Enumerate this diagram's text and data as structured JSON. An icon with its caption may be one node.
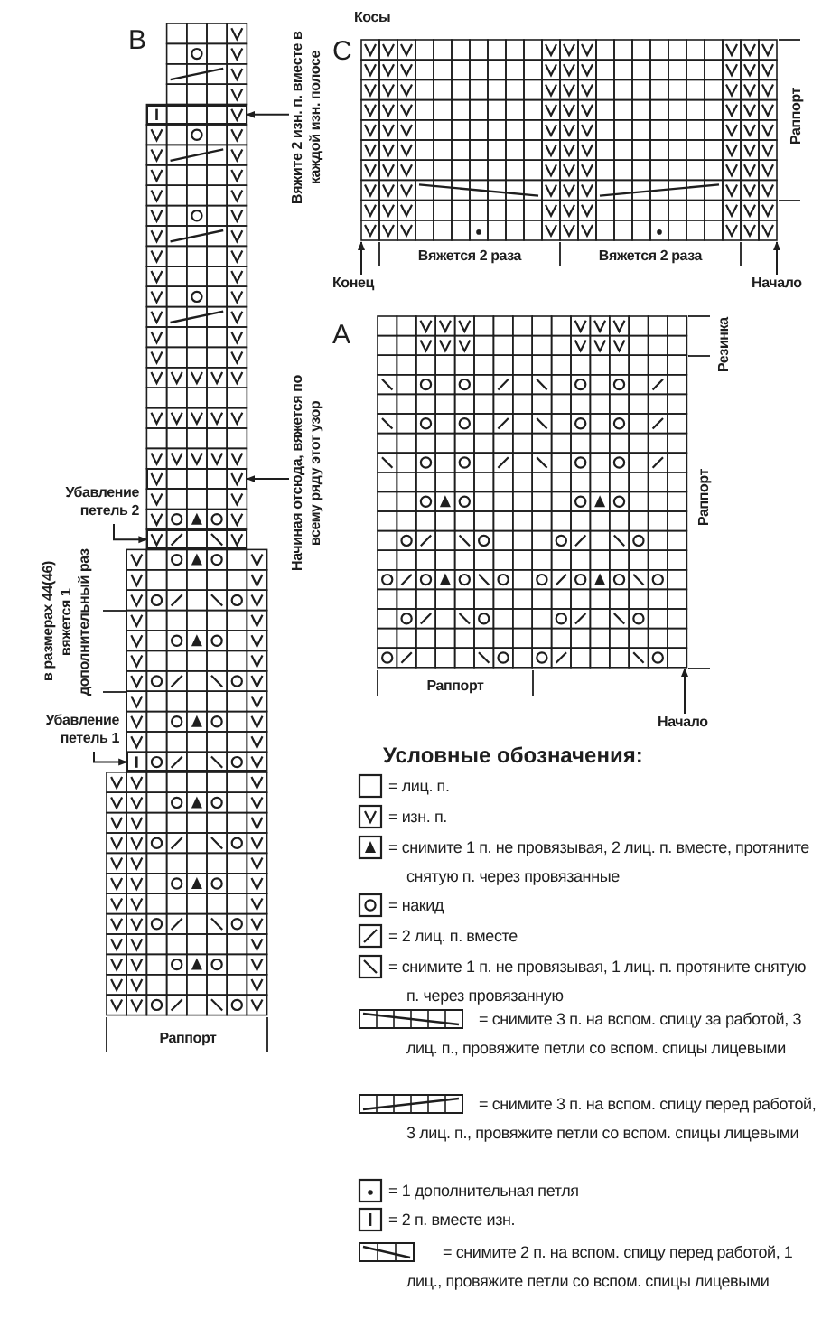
{
  "diagram": {
    "nodes": [
      {
        "text": [
          "B"
        ]
      },
      {
        "text": [],
        "shape": "box",
        "in": 0
      },
      {
        "text": [],
        "shape": "box",
        "in": 0
      },
      {
        "text": [],
        "shape": "box",
        "in": 0
      },
      {
        "text": [],
        "shape": "box",
        "in": 0
      },
      {
        "text": [
          "Вяжите 2 изн. п. вместе в каждой изн. полосе"
        ]
      },
      {
        "text": [
          "Начиная отсюда, вяжется по всему ряду этот узор"
        ]
      },
      {
        "text": [
          "Убавление петель 2"
        ]
      },
      {
        "text": [
          "Убавление петель 1"
        ]
      },
      {
        "text": [
          "C"
        ]
      },
      {
        "text": [
          "Конец"
        ]
      },
      {
        "text": [
          "Начало"
        ]
      },
      {
        "text": [
          "A"
        ]
      },
      {
        "text": [
          "Начало"
        ]
      }
    ],
    "edges": [
      {
        "from": 5,
        "to": 1,
        "arrow": "to"
      },
      {
        "from": 6,
        "to": 2,
        "arrow": "to"
      },
      {
        "from": 7,
        "to": 3,
        "arrow": "to"
      },
      {
        "from": 8,
        "to": 4,
        "arrow": "to"
      },
      {
        "from": 10,
        "to": 9,
        "arrow": "to"
      },
      {
        "from": 11,
        "to": 9,
        "arrow": "to"
      },
      {
        "from": 13,
        "to": 12,
        "arrow": "to"
      }
    ],
    "labels": [
      "в размерах 44(46) вяжется 1 дополнительный раз",
      "Раппорт",
      "Косы",
      "Раппорт",
      "Вяжется 2 раза",
      "Вяжется 2 раза",
      "Резинка",
      "Раппорт",
      "Раппорт",
      "Условные обозначения:"
    ],
    "legend": [
      {
        "text": "= лиц. п."
      },
      {
        "text": "= изн. п."
      },
      {
        "text": "= снимите 1 п. не провязывая, 2 лиц. п. вместе, протяните снятую п. через провязанные"
      },
      {
        "text": "= накид"
      },
      {
        "text": "= 2 лиц. п. вместе"
      },
      {
        "text": "= снимите 1 п. не провязывая, 1 лиц. п. протяните снятую п. через провязанную"
      },
      {
        "text": "= снимите 3 п. на вспом. спицу за работой, 3 лиц. п., провяжите петли со вспом. спицы лицевыми"
      },
      {
        "text": "= снимите 3 п. на вспом. спицу перед работой, 3 лиц. п., провяжите петли со вспом. спицы лицевыми"
      },
      {
        "text": "= 1 дополнительная петля"
      },
      {
        "text": "= 2 п. вместе изн."
      },
      {
        "text": "= снимите 2 п. на вспом. спицу перед работой, 1 лиц., провяжите петли со вспом. спицы лицевыми"
      }
    ]
  }
}
